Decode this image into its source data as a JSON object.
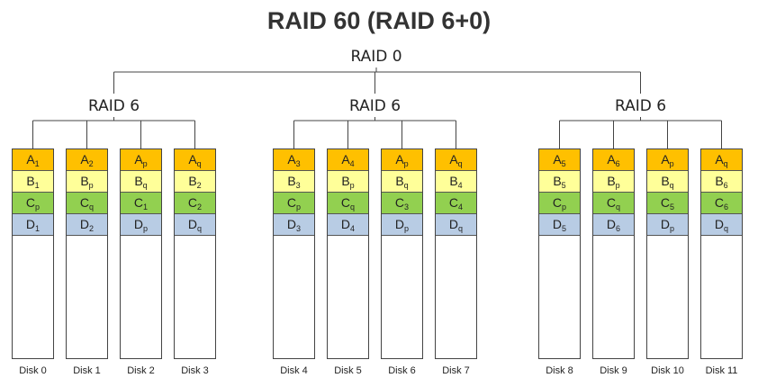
{
  "title": "RAID 60 (RAID 6+0)",
  "raid0_label": "RAID 0",
  "colors": {
    "A": "#FFC000",
    "B": "#FFFF99",
    "C": "#92D050",
    "D": "#B8CCE4"
  },
  "groups": [
    {
      "label": "RAID 6",
      "disks": [
        {
          "name": "Disk 0",
          "blocks": [
            [
              "A",
              "1"
            ],
            [
              "B",
              "1"
            ],
            [
              "C",
              "p"
            ],
            [
              "D",
              "1"
            ]
          ]
        },
        {
          "name": "Disk 1",
          "blocks": [
            [
              "A",
              "2"
            ],
            [
              "B",
              "p"
            ],
            [
              "C",
              "q"
            ],
            [
              "D",
              "2"
            ]
          ]
        },
        {
          "name": "Disk 2",
          "blocks": [
            [
              "A",
              "p"
            ],
            [
              "B",
              "q"
            ],
            [
              "C",
              "1"
            ],
            [
              "D",
              "p"
            ]
          ]
        },
        {
          "name": "Disk 3",
          "blocks": [
            [
              "A",
              "q"
            ],
            [
              "B",
              "2"
            ],
            [
              "C",
              "2"
            ],
            [
              "D",
              "q"
            ]
          ]
        }
      ]
    },
    {
      "label": "RAID 6",
      "disks": [
        {
          "name": "Disk 4",
          "blocks": [
            [
              "A",
              "3"
            ],
            [
              "B",
              "3"
            ],
            [
              "C",
              "p"
            ],
            [
              "D",
              "3"
            ]
          ]
        },
        {
          "name": "Disk 5",
          "blocks": [
            [
              "A",
              "4"
            ],
            [
              "B",
              "p"
            ],
            [
              "C",
              "q"
            ],
            [
              "D",
              "4"
            ]
          ]
        },
        {
          "name": "Disk 6",
          "blocks": [
            [
              "A",
              "p"
            ],
            [
              "B",
              "q"
            ],
            [
              "C",
              "3"
            ],
            [
              "D",
              "p"
            ]
          ]
        },
        {
          "name": "Disk 7",
          "blocks": [
            [
              "A",
              "q"
            ],
            [
              "B",
              "4"
            ],
            [
              "C",
              "4"
            ],
            [
              "D",
              "q"
            ]
          ]
        }
      ]
    },
    {
      "label": "RAID 6",
      "disks": [
        {
          "name": "Disk 8",
          "blocks": [
            [
              "A",
              "5"
            ],
            [
              "B",
              "5"
            ],
            [
              "C",
              "p"
            ],
            [
              "D",
              "5"
            ]
          ]
        },
        {
          "name": "Disk 9",
          "blocks": [
            [
              "A",
              "6"
            ],
            [
              "B",
              "p"
            ],
            [
              "C",
              "q"
            ],
            [
              "D",
              "6"
            ]
          ]
        },
        {
          "name": "Disk 10",
          "blocks": [
            [
              "A",
              "p"
            ],
            [
              "B",
              "q"
            ],
            [
              "C",
              "5"
            ],
            [
              "D",
              "p"
            ]
          ]
        },
        {
          "name": "Disk 11",
          "blocks": [
            [
              "A",
              "q"
            ],
            [
              "B",
              "6"
            ],
            [
              "C",
              "6"
            ],
            [
              "D",
              "q"
            ]
          ]
        }
      ]
    }
  ]
}
